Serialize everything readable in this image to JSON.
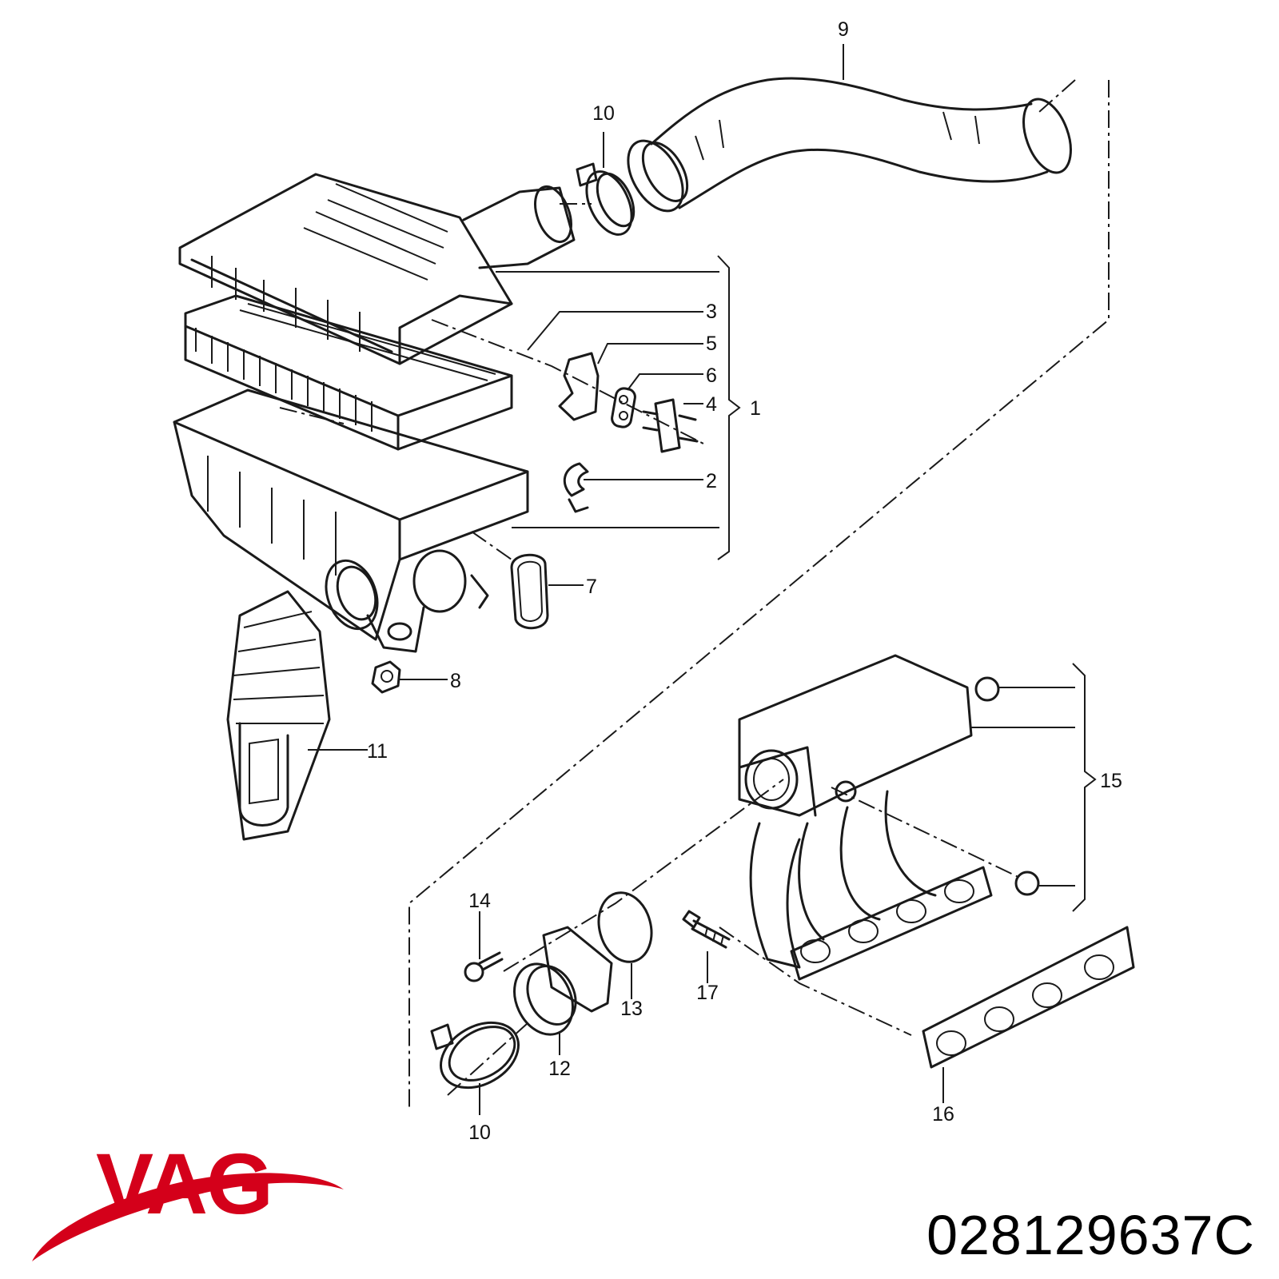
{
  "brand": {
    "name": "VAG",
    "color": "#d4001a"
  },
  "part_number": "028129637C",
  "callouts": {
    "c1": "1",
    "c2": "2",
    "c3": "3",
    "c4": "4",
    "c5": "5",
    "c6": "6",
    "c7": "7",
    "c8": "8",
    "c9": "9",
    "c10a": "10",
    "c10b": "10",
    "c11": "11",
    "c12": "12",
    "c13": "13",
    "c14": "14",
    "c15": "15",
    "c16": "16",
    "c17": "17"
  }
}
